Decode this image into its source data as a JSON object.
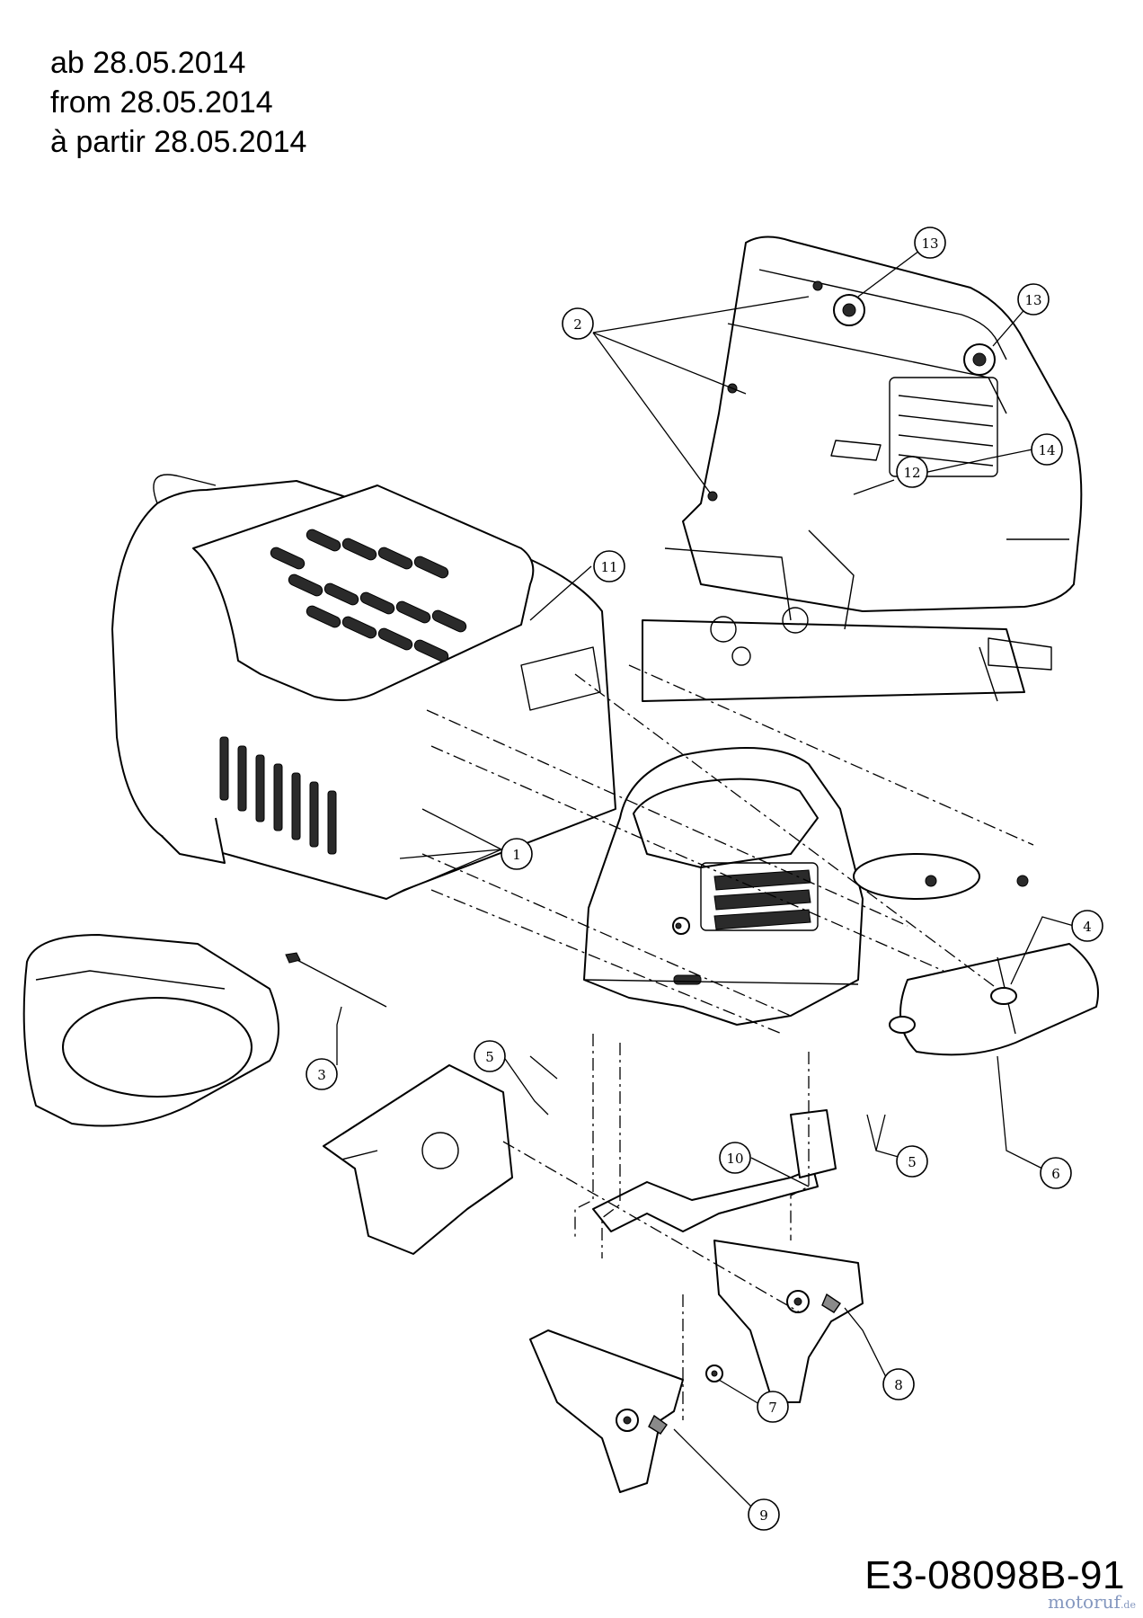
{
  "header": {
    "line_de": "ab 28.05.2014",
    "line_en": "from 28.05.2014",
    "line_fr": "à partir 28.05.2014"
  },
  "callouts": [
    {
      "id": "1",
      "label": "1"
    },
    {
      "id": "2",
      "label": "2"
    },
    {
      "id": "3",
      "label": "3"
    },
    {
      "id": "4",
      "label": "4"
    },
    {
      "id": "5a",
      "label": "5"
    },
    {
      "id": "5b",
      "label": "5"
    },
    {
      "id": "6",
      "label": "6"
    },
    {
      "id": "7",
      "label": "7"
    },
    {
      "id": "8",
      "label": "8"
    },
    {
      "id": "9",
      "label": "9"
    },
    {
      "id": "10",
      "label": "10"
    },
    {
      "id": "11",
      "label": "11"
    },
    {
      "id": "12",
      "label": "12"
    },
    {
      "id": "13a",
      "label": "13"
    },
    {
      "id": "13b",
      "label": "13"
    },
    {
      "id": "14",
      "label": "14"
    }
  ],
  "drawing_number": "E3-08098B-91",
  "watermark": {
    "brand": "motoruf",
    "suffix": ".de"
  }
}
